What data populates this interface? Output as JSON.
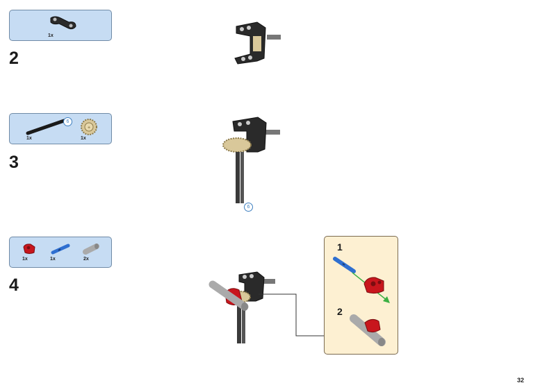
{
  "steps": [
    {
      "number": "2",
      "parts": [
        {
          "icon": "liftarm-connector-icon",
          "qty": "1x"
        }
      ]
    },
    {
      "number": "3",
      "parts": [
        {
          "icon": "axle-icon",
          "qty": "1x",
          "length": "6"
        },
        {
          "icon": "gear-icon",
          "qty": "1x"
        }
      ]
    },
    {
      "number": "4",
      "parts": [
        {
          "icon": "red-connector-icon",
          "qty": "1x"
        },
        {
          "icon": "blue-pin-icon",
          "qty": "1x"
        },
        {
          "icon": "grey-bush-icon",
          "qty": "2x"
        }
      ]
    }
  ],
  "assembly_axle_length": "6",
  "subassembly": {
    "step1": "1",
    "step2": "2"
  },
  "page_number": "32",
  "colors": {
    "parts_box": "#c6dcf3",
    "subassembly_box": "#fdf0d2",
    "callout": "#3d7fc0",
    "arrow": "#3cb043"
  }
}
